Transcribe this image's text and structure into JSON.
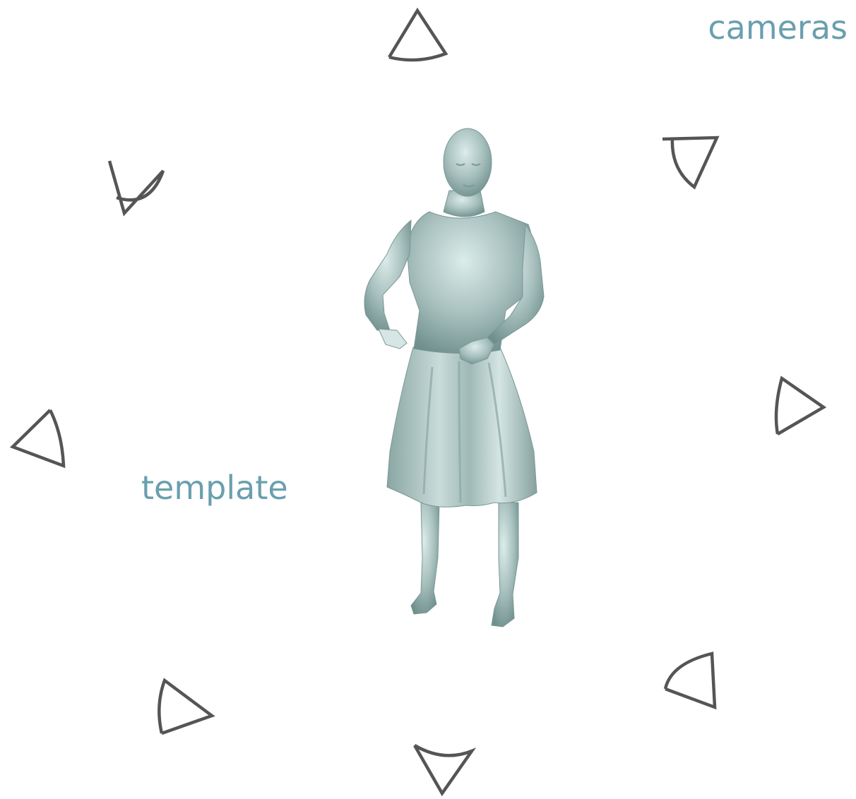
{
  "labels": {
    "cameras": "cameras",
    "template": "template"
  },
  "colors": {
    "label": "#6a9fae",
    "camera_stroke": "#555555",
    "mesh_base": "#a6bfbd",
    "mesh_light": "#dcecea",
    "mesh_shadow": "#6f8f8c"
  },
  "icons": [
    "camera-icon",
    "human-template-mesh"
  ]
}
